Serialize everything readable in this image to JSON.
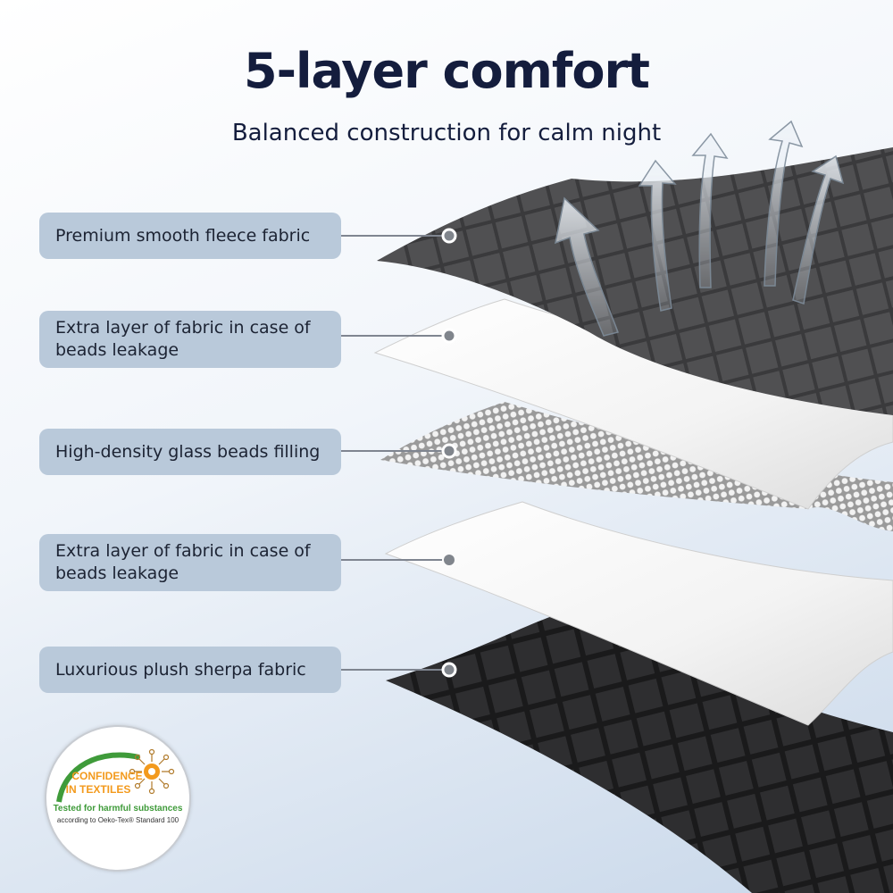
{
  "header": {
    "title": "5-layer comfort",
    "subtitle": "Balanced construction for calm night"
  },
  "layers": [
    {
      "label": "Premium smooth fleece fabric"
    },
    {
      "label": "Extra layer of fabric in case of beads leakage"
    },
    {
      "label": "High-density glass beads filling"
    },
    {
      "label": "Extra layer of fabric in case of beads leakage"
    },
    {
      "label": "Luxurious plush sherpa fabric"
    }
  ],
  "badge": {
    "line1": "CONFIDENCE",
    "line2": "IN TEXTILES",
    "line3": "Tested for harmful substances",
    "line4": "according to Oeko-Tex® Standard 100"
  },
  "colors": {
    "title": "#141d3d",
    "label_bg": "#b9c9da",
    "fleece": "#4c4c4e",
    "sherpa": "#2b2b2d",
    "badge_orange": "#f39a1d",
    "badge_green": "#3f9b3a"
  }
}
